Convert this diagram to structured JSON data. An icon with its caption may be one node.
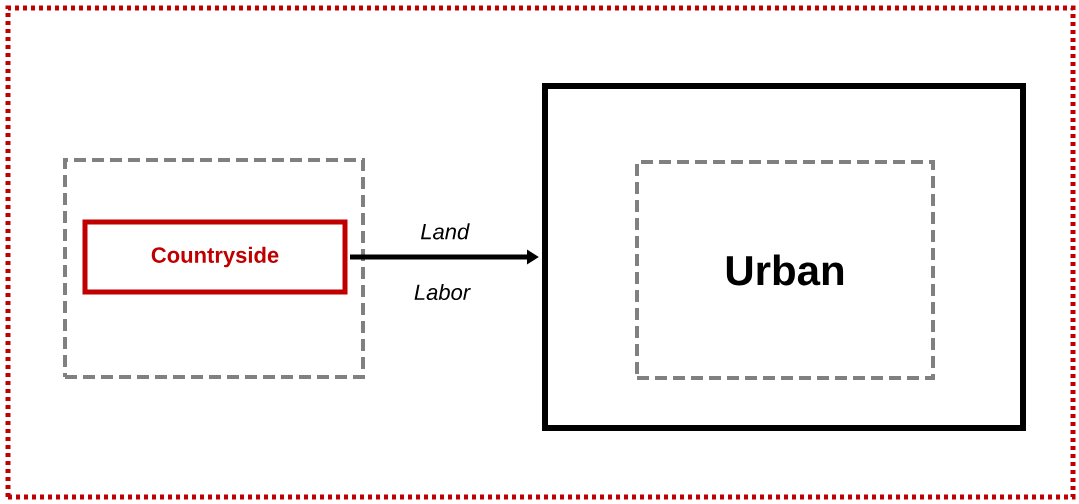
{
  "diagram": {
    "nodes": [
      {
        "text": [],
        "shape": "box"
      },
      {
        "text": [],
        "shape": "box",
        "in": 0
      },
      {
        "text": [
          "Countryside"
        ],
        "in": 1
      },
      {
        "text": [],
        "shape": "box",
        "in": 0
      },
      {
        "text": [
          "Urban"
        ],
        "in": 3
      }
    ],
    "edges": [
      {
        "from": 2,
        "to": 3,
        "arrow": "to",
        "label": "Land"
      }
    ],
    "labels": [
      "Labor"
    ]
  }
}
